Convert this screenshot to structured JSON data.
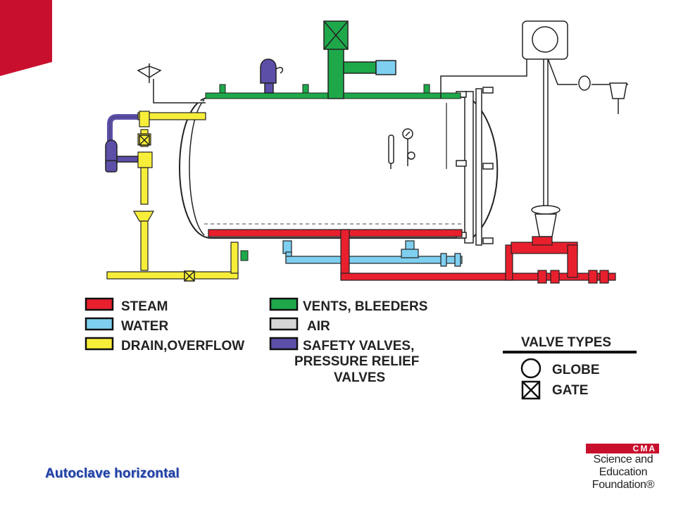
{
  "caption": "Autoclave horizontal",
  "legend": {
    "steam": "STEAM",
    "water": "WATER",
    "drain": "DRAIN,OVERFLOW",
    "vents": "VENTS, BLEEDERS",
    "air": "AIR",
    "safety_1": "SAFETY VALVES,",
    "safety_2": "PRESSURE RELIEF",
    "safety_3": "VALVES"
  },
  "valve_types": {
    "title": "VALVE TYPES",
    "globe": "GLOBE",
    "gate": "GATE"
  },
  "logo": {
    "band": "CMA",
    "line1": "Science and",
    "line2": "Education",
    "line3": "Foundation®"
  },
  "colors": {
    "steam": "#e8202e",
    "water": "#7ecff0",
    "drain": "#f7ee3a",
    "vents": "#1ea84a",
    "air": "#d6d6d6",
    "safety": "#5b4fa8",
    "brand_red": "#c8102e",
    "caption_blue": "#1f3fa8"
  }
}
